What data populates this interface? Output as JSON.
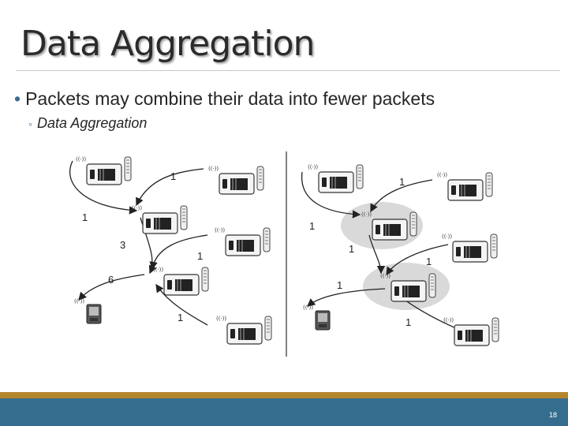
{
  "slide": {
    "title": "Data Aggregation",
    "bullet": "Packets may combine their data into fewer packets",
    "sub_bullet": "Data Aggregation",
    "page_number": "18"
  },
  "diagram": {
    "left_labels": [
      "1",
      "1",
      "3",
      "1",
      "6",
      "1"
    ],
    "right_labels": [
      "1",
      "1",
      "1",
      "1",
      "1",
      "1"
    ]
  },
  "colors": {
    "accent_blue": "#356d8e",
    "accent_gold": "#b5852c"
  }
}
